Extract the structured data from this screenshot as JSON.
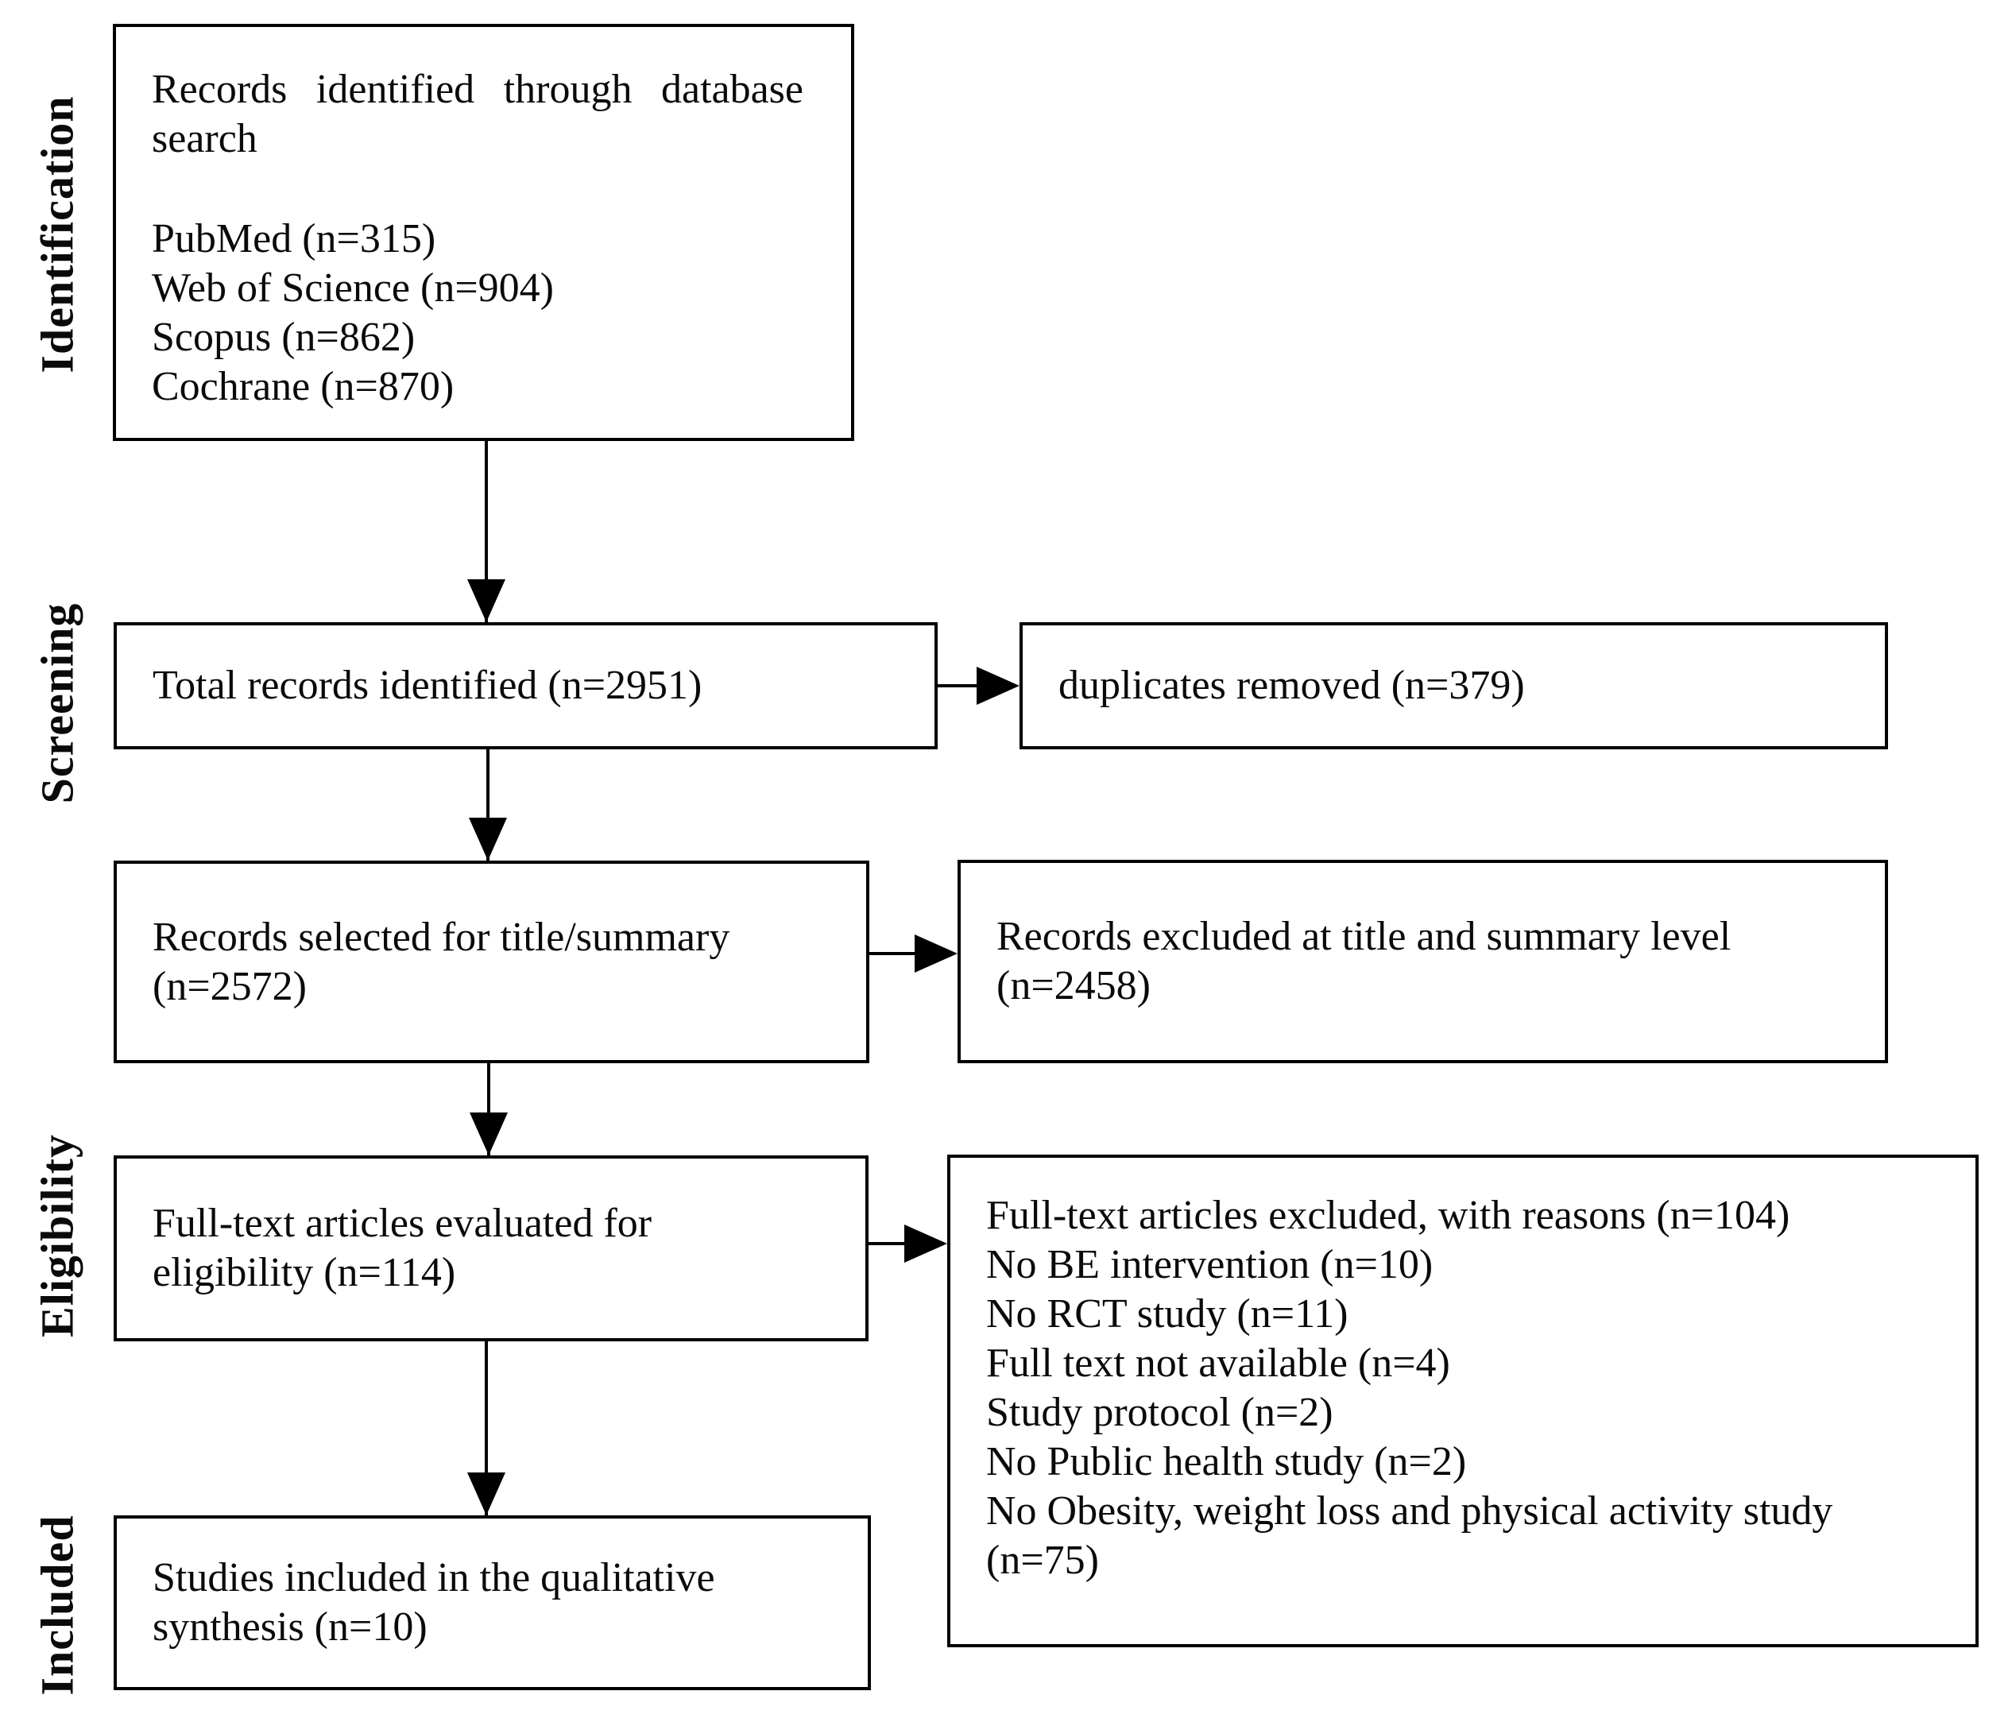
{
  "figure": {
    "background_color": "#ffffff",
    "line_color": "#000000",
    "stage_labels": {
      "identification": "Identification",
      "screening": "Screening",
      "eligibility": "Eligibility",
      "included": "Included"
    },
    "boxes": {
      "database_search": {
        "title": "Records identified through database search",
        "sources": [
          "PubMed (n=315)",
          "Web of Science (n=904)",
          "Scopus (n=862)",
          "Cochrane (n=870)"
        ]
      },
      "total_records": {
        "text": "Total records identified (n=2951)"
      },
      "duplicates_removed": {
        "text": "duplicates removed (n=379)"
      },
      "title_summary_selected": {
        "text": "Records selected for title/summary (n=2572)"
      },
      "title_summary_excluded": {
        "text": "Records excluded at title and summary level (n=2458)"
      },
      "fulltext_evaluated": {
        "text": "Full-text articles evaluated for eligibility (n=114)"
      },
      "fulltext_excluded": {
        "lines": [
          "Full-text articles excluded, with reasons (n=104)",
          "No BE intervention (n=10)",
          "No RCT study (n=11)",
          "Full text not available (n=4)",
          "Study protocol (n=2)",
          "No Public health study (n=2)",
          "No Obesity, weight loss and physical activity study (n=75)"
        ]
      },
      "included_studies": {
        "text": "Studies included in the qualitative synthesis (n=10)"
      }
    }
  }
}
